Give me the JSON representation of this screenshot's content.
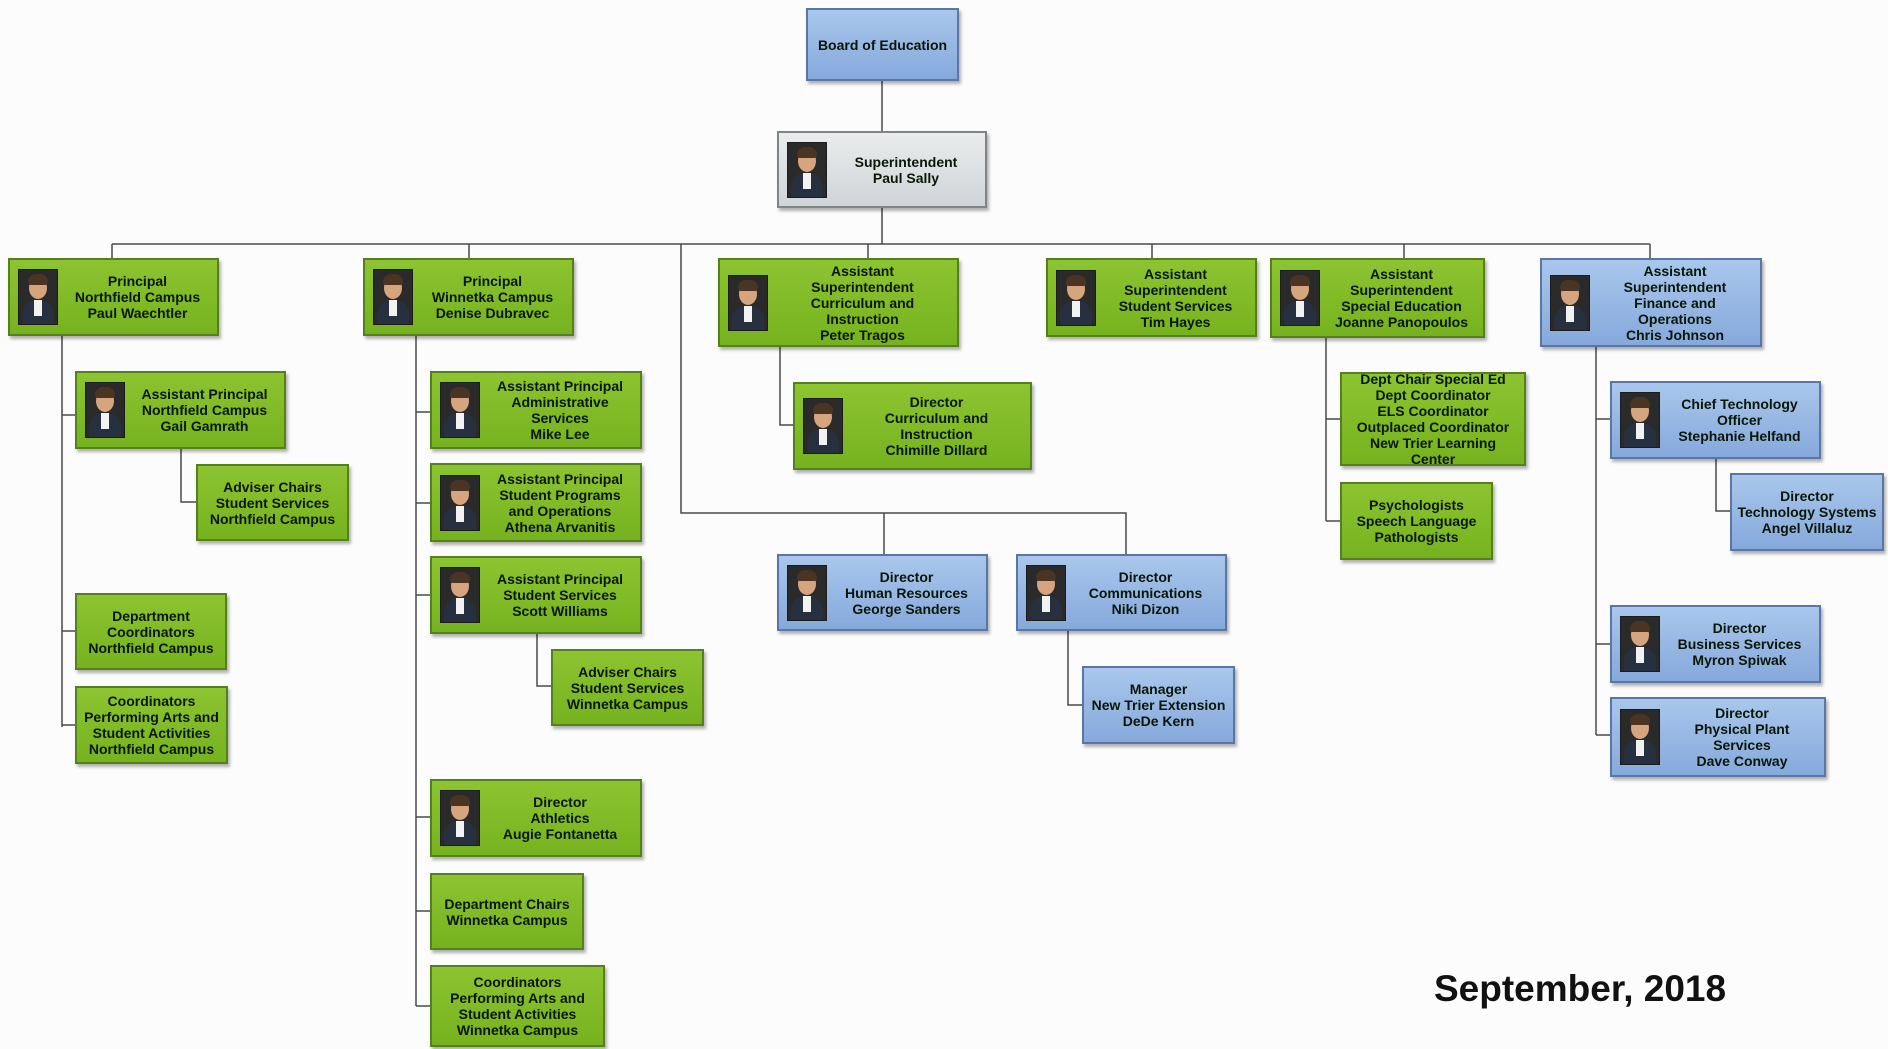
{
  "chart": {
    "date": "September, 2018",
    "board": "Board of Education",
    "superintendent": "Superintendent\nPaul Sally",
    "principal_northfield": "Principal\nNorthfield Campus\nPaul Waechtler",
    "ap_northfield_student_services": "Assistant Principal\nNorthfield Campus\nGail Gamrath",
    "adviser_chairs_northfield": "Adviser Chairs\nStudent Services\nNorthfield Campus",
    "dept_coordinators_northfield": "Department\nCoordinators\nNorthfield Campus",
    "coordinators_arts_northfield": "Coordinators\nPerforming Arts and\nStudent Activities\nNorthfield Campus",
    "principal_winnetka": "Principal\nWinnetka Campus\nDenise Dubravec",
    "ap_admin_services": "Assistant Principal\nAdministrative\nServices\nMike Lee",
    "ap_student_programs": "Assistant Principal\nStudent Programs\nand Operations\nAthena Arvanitis",
    "ap_student_services_winnetka": "Assistant Principal\nStudent Services\nScott Williams",
    "adviser_chairs_winnetka": "Adviser Chairs\nStudent Services\nWinnetka Campus",
    "director_athletics": "Director\nAthletics\nAugie Fontanetta",
    "dept_chairs_winnetka": "Department Chairs\nWinnetka Campus",
    "coordinators_arts_winnetka": "Coordinators\nPerforming Arts and\nStudent Activities\nWinnetka Campus",
    "asst_supt_curriculum": "Assistant\nSuperintendent\nCurriculum and\nInstruction\nPeter Tragos",
    "director_curriculum": "Director\nCurriculum and\nInstruction\nChimille Dillard",
    "director_hr": "Director\nHuman Resources\nGeorge Sanders",
    "director_communications": "Director\nCommunications\nNiki Dizon",
    "manager_extension": "Manager\nNew Trier Extension\nDeDe Kern",
    "asst_supt_student_services": "Assistant\nSuperintendent\nStudent Services\nTim Hayes",
    "asst_supt_special_ed": "Assistant\nSuperintendent\nSpecial Education\nJoanne Panopoulos",
    "special_ed_coordinators": "Dept Chair Special Ed\nDept Coordinator\nELS Coordinator\nOutplaced Coordinator\nNew Trier Learning Center",
    "psychologists": "Psychologists\nSpeech Language\nPathologists",
    "asst_supt_finance": "Assistant\nSuperintendent\nFinance and\nOperations\nChris Johnson",
    "cto": "Chief Technology\nOfficer\nStephanie Helfand",
    "director_tech": "Director\nTechnology Systems\nAngel Villaluz",
    "director_business": "Director\nBusiness Services\nMyron Spiwak",
    "director_physical_plant": "Director\nPhysical Plant\nServices\nDave Conway"
  },
  "colors": {
    "green": "#7dbb24",
    "blue": "#93b3e2",
    "gray": "#dcdfe2",
    "connector": "#4a4a4a"
  }
}
